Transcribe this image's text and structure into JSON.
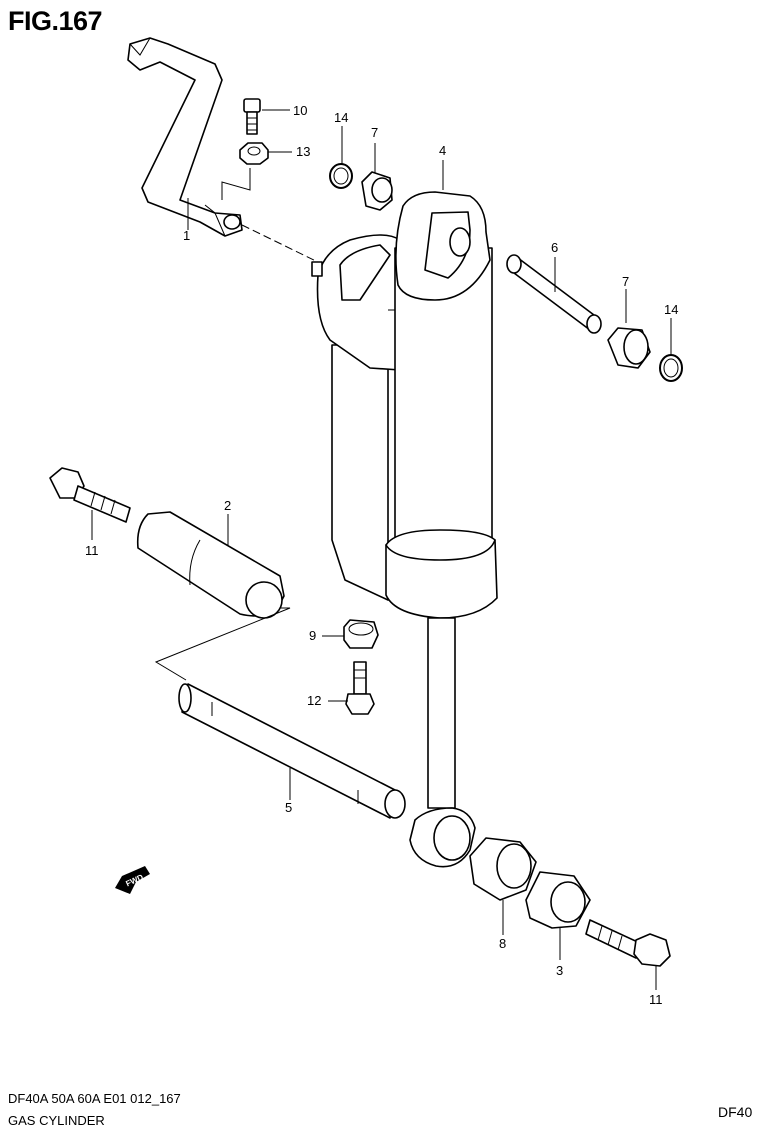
{
  "figure": {
    "title": "FIG.167"
  },
  "callouts": {
    "p1": "1",
    "p2": "2",
    "p3": "3",
    "p4": "4",
    "p5": "5",
    "p6": "6",
    "p7a": "7",
    "p7b": "7",
    "p8": "8",
    "p9": "9",
    "p10": "10",
    "p11a": "11",
    "p11b": "11",
    "p12": "12",
    "p13": "13",
    "p14a": "14",
    "p14b": "14"
  },
  "direction_badge": "FWD",
  "footer": {
    "code": "DF40A 50A 60A E01 012_167",
    "name": "GAS CYLINDER",
    "model": "DF40"
  }
}
